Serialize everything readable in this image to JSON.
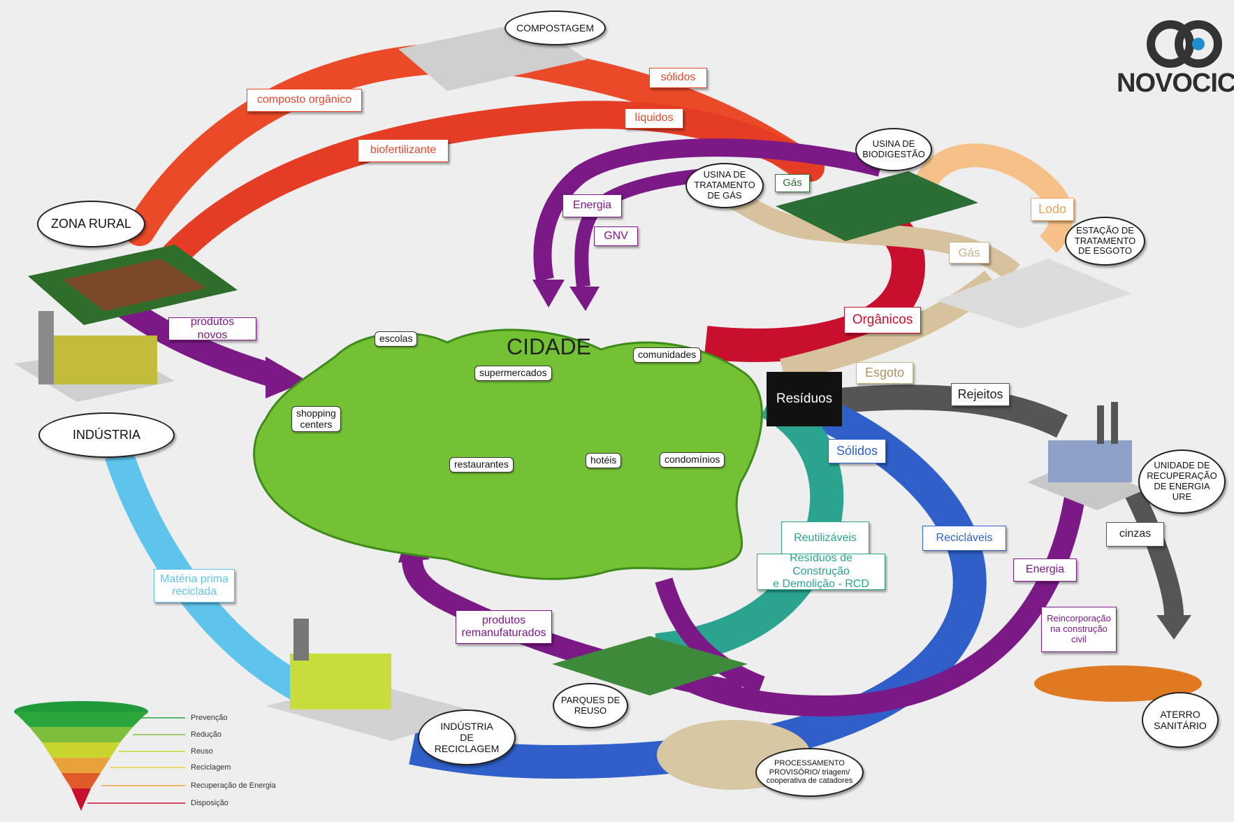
{
  "city": {
    "title": "CIDADE",
    "places": {
      "escolas": "escolas",
      "supermercados": "supermercados",
      "comunidades": "comunidades",
      "shopping": "shopping\ncenters",
      "restaurantes": "restaurantes",
      "hoteis": "hotéis",
      "condominios": "condomínios"
    }
  },
  "nodes": {
    "compostagem": "COMPOSTAGEM",
    "zona_rural": "ZONA RURAL",
    "industria": "INDÚSTRIA",
    "usina_biodigestao": "USINA DE\nBIODIGESTÃO",
    "usina_gas": "USINA DE\nTRATAMENTO\nDE GÁS",
    "estacao_esgoto": "ESTAÇÃO DE\nTRATAMENTO\nDE ESGOTO",
    "ure": "UNIDADE DE\nRECUPERAÇÃO\nDE ENERGIA\nURE",
    "aterro": "ATERRO\nSANITÁRIO",
    "parques": "PARQUES DE\nREUSO",
    "ind_reciclagem": "INDÚSTRIA\nDE\nRECICLAGEM",
    "processamento": "PROCESSAMENTO\nPROVISÓRIO/ triagem/\ncooperativa de catadores"
  },
  "flows": {
    "composto_organico": "composto orgânico",
    "solidos_top": "sólidos",
    "liquidos": "líquidos",
    "biofertilizante": "biofertilizante",
    "energia_top": "Energia",
    "gnv": "GNV",
    "gas_green": "Gás",
    "lodo": "Lodo",
    "gas_beige": "Gás",
    "organicos": "Orgânicos",
    "esgoto": "Esgoto",
    "residuos": "Resíduos",
    "rejeitos": "Rejeitos",
    "solidos": "Sólidos",
    "reutilizaveis": "Reutilizáveis",
    "rcd": "Resíduos de Construção\ne Demolição - RCD",
    "reciclaveis": "Recicláveis",
    "energia_right": "Energia",
    "cinzas": "cinzas",
    "reincorporacao": "Reincorporação\nna construção\ncivil",
    "produtos_novos": "produtos novos",
    "produtos_remanufaturados": "produtos\nremanufaturados",
    "materia_prima": "Matéria prima\nreciclada"
  },
  "legend": [
    "Prevenção",
    "Redução",
    "Reuso",
    "Reciclagem",
    "Recuperação de Energia",
    "Disposição"
  ],
  "brand": {
    "name": "NOVOCICL"
  },
  "colors": {
    "organic_red": "#e9442a",
    "purple": "#7b1a86",
    "crimson": "#c8102e",
    "beige": "#d8c4a0",
    "peach": "#f6c089",
    "teal": "#2aa48f",
    "blue": "#2f5fc8",
    "light_blue": "#5fc4ec",
    "grey": "#555555",
    "city_green": "#74c234"
  }
}
